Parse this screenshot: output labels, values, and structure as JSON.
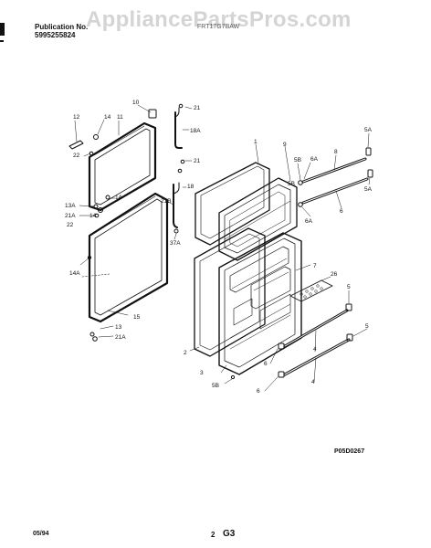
{
  "header": {
    "publication_label": "Publication No.",
    "publication_number": "5995255824",
    "watermark": "AppliancePartsPros.com",
    "model_number": "FRT17G7BAW"
  },
  "footer": {
    "date": "05/94",
    "page_number": "2",
    "section_code": "G3",
    "diagram_code": "P05D0267"
  },
  "callouts": {
    "c1": "1",
    "c2": "2",
    "c3": "3",
    "c4a": "4",
    "c4b": "4",
    "c5a": "5",
    "c5b": "5",
    "c5A_top": "5A",
    "c5A_mid": "5A",
    "c5B_top": "5B",
    "c5B_bot": "5B",
    "c6_top": "6",
    "c6a": "6",
    "c6b": "6",
    "c6A_top": "6A",
    "c6A_bot": "6A",
    "c7": "7",
    "c8": "8",
    "c9": "9",
    "c10": "10",
    "c11": "11",
    "c12": "12",
    "c13": "13",
    "c13A": "13A",
    "c14a": "14",
    "c14b": "14",
    "c14c": "14",
    "c14A": "14A",
    "c15": "15",
    "c18": "18",
    "c18A": "18A",
    "c21a": "21",
    "c21b": "21",
    "c21A_top": "21A",
    "c21A_bot": "21A",
    "c21B": "21B",
    "c22a": "22",
    "c22b": "22",
    "c26": "26",
    "c37A": "37A"
  }
}
